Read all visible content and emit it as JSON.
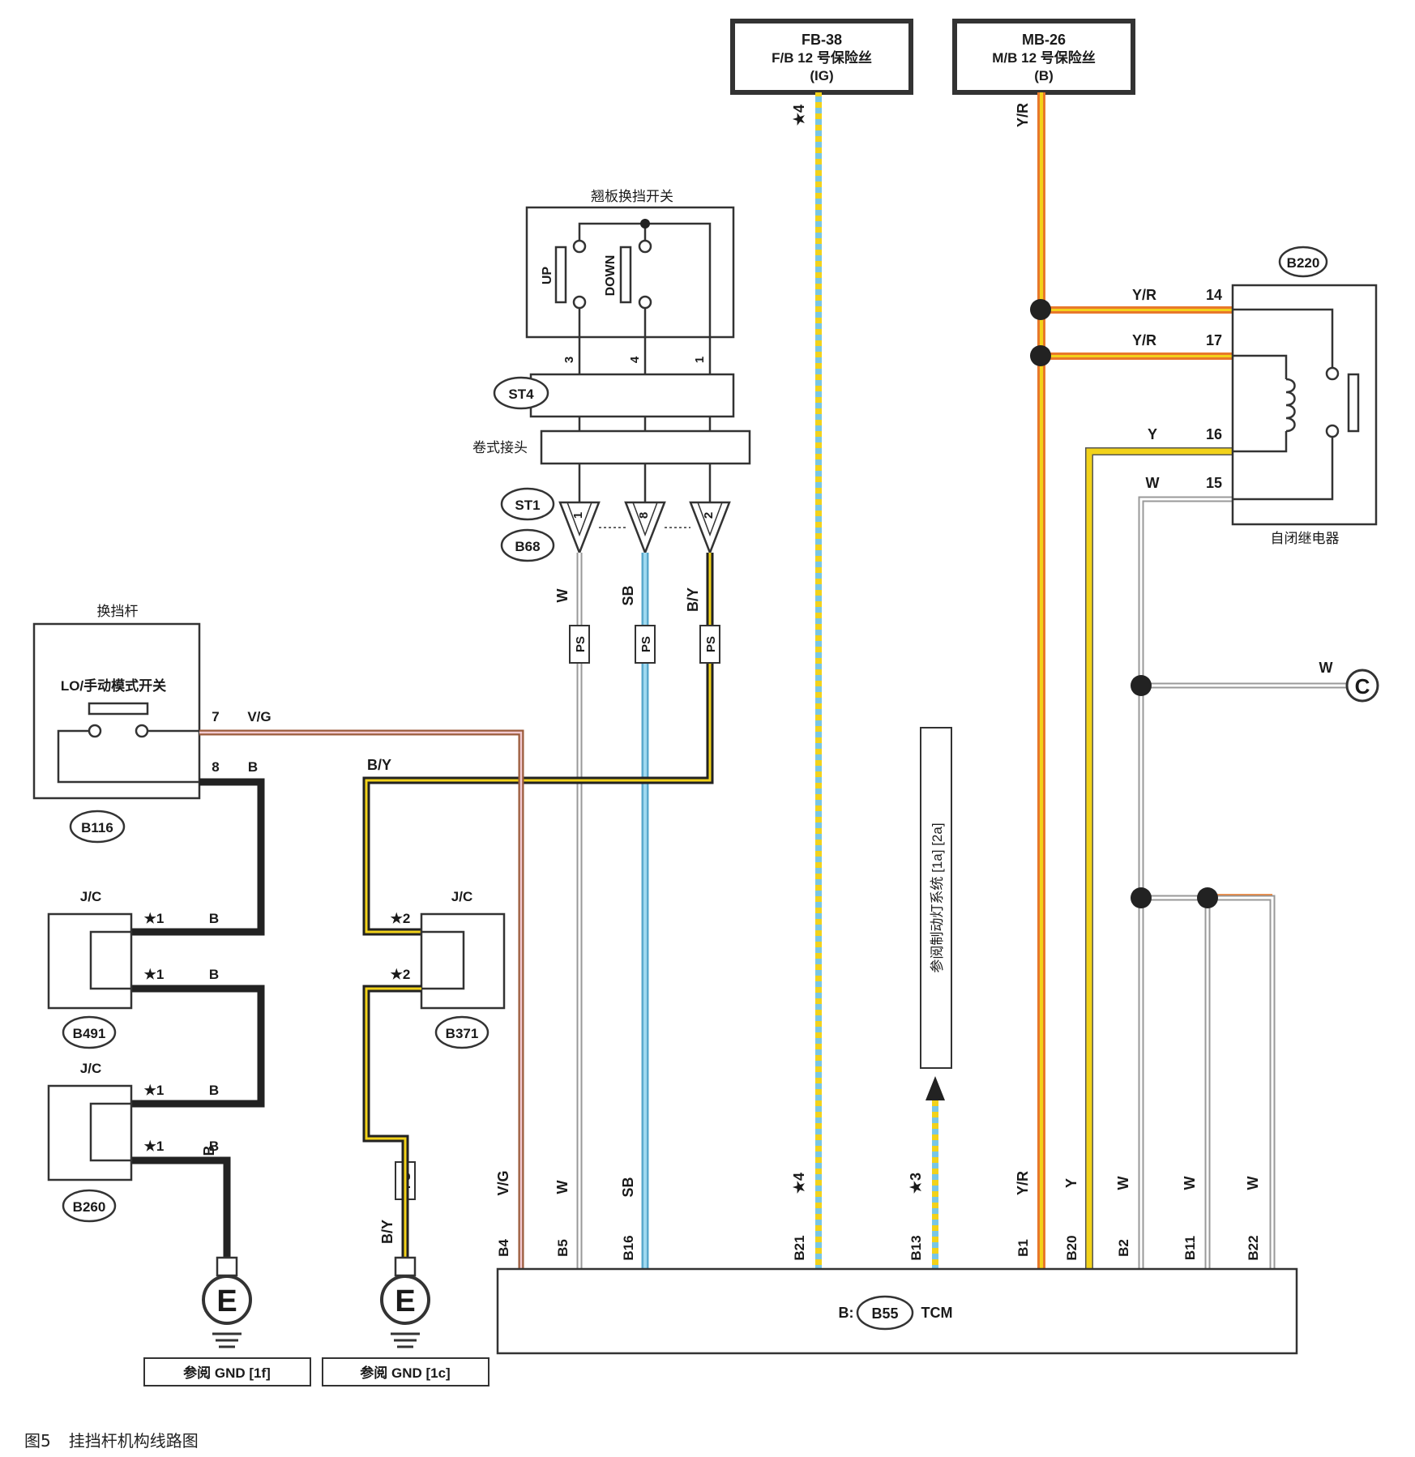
{
  "fuses": {
    "fb38": {
      "id": "FB-38",
      "name": "F/B 12 号保险丝",
      "power": "(IG)"
    },
    "mb26": {
      "id": "MB-26",
      "name": "M/B 12 号保险丝",
      "power": "(B)"
    }
  },
  "paddle_switch": {
    "title": "翘板换挡开关",
    "up": "UP",
    "down": "DOWN",
    "pins": [
      "3",
      "4",
      "1"
    ]
  },
  "connectors": {
    "st4": "ST4",
    "roll": "卷式接头",
    "st1": "ST1",
    "b68": "B68",
    "b68_pins": [
      "1",
      "8",
      "2"
    ],
    "b116": "B116",
    "b491": "B491",
    "b260": "B260",
    "b371": "B371",
    "b220": "B220"
  },
  "shift_lever": {
    "title": "换挡杆",
    "switch": "LO/手动模式开关",
    "pin7": "7",
    "pin8": "8"
  },
  "relay": {
    "title": "自闭继电器",
    "pins": [
      "14",
      "17",
      "16",
      "15"
    ]
  },
  "junction": {
    "label": "J/C",
    "star1": "★1",
    "star2": "★2",
    "star3": "★3",
    "star4": "★4"
  },
  "wires": {
    "vg": "V/G",
    "b": "B",
    "by": "B/Y",
    "w": "W",
    "sb": "SB",
    "yr": "Y/R",
    "y": "Y",
    "ps": "PS"
  },
  "ref_box": "参阅制动灯系统 [1a] [2a]",
  "tcm": {
    "prefix": "B:",
    "connector": "B55",
    "name": "TCM",
    "pins": [
      "B4",
      "B5",
      "B16",
      "B21",
      "B13",
      "B1",
      "B20",
      "B2",
      "B11",
      "B22"
    ]
  },
  "ground": {
    "symbol": "E",
    "ref1": "参阅 GND [1f]",
    "ref2": "参阅 GND [1c]"
  },
  "c_terminal": "C",
  "caption": {
    "figure": "图5",
    "title": "挂挡杆机构线路图"
  },
  "colors": {
    "orange": "#e8782a",
    "yellow": "#f2d21a",
    "blue": "#78c6e6",
    "brown": "#9b5a3a",
    "black": "#222222"
  }
}
